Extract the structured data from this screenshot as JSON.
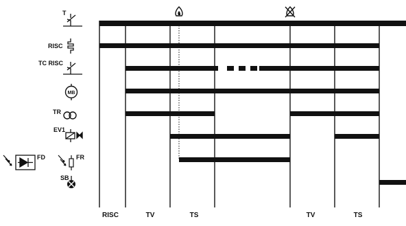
{
  "components": [
    {
      "key": "T",
      "label": "T",
      "icon": "thermostat-contact-icon"
    },
    {
      "key": "RISC",
      "label": "RISC",
      "icon": "heater-resistor-icon"
    },
    {
      "key": "TC_RISC",
      "label": "TC RISC",
      "icon": "thermostat-contact-icon"
    },
    {
      "key": "MB",
      "label": "MB",
      "icon": "motor-mb-icon"
    },
    {
      "key": "TR",
      "label": "TR",
      "icon": "transformer-coil-icon"
    },
    {
      "key": "EV1",
      "label": "EV1",
      "icon": "solenoid-valve-icon"
    },
    {
      "key": "FR",
      "label": "FR",
      "icon": "photoresistor-icon"
    },
    {
      "key": "SB",
      "label": "SB",
      "icon": "lockout-lamp-icon"
    },
    {
      "key": "FD",
      "label": "FD",
      "icon": "flame-detector-icon"
    }
  ],
  "top_markers": [
    {
      "name": "flame-on-icon"
    },
    {
      "name": "flame-off-icon"
    }
  ],
  "phases": [
    "RISC",
    "TV",
    "TS",
    "TV",
    "TS"
  ],
  "colors": {
    "line": "#111111",
    "background": "#ffffff"
  }
}
